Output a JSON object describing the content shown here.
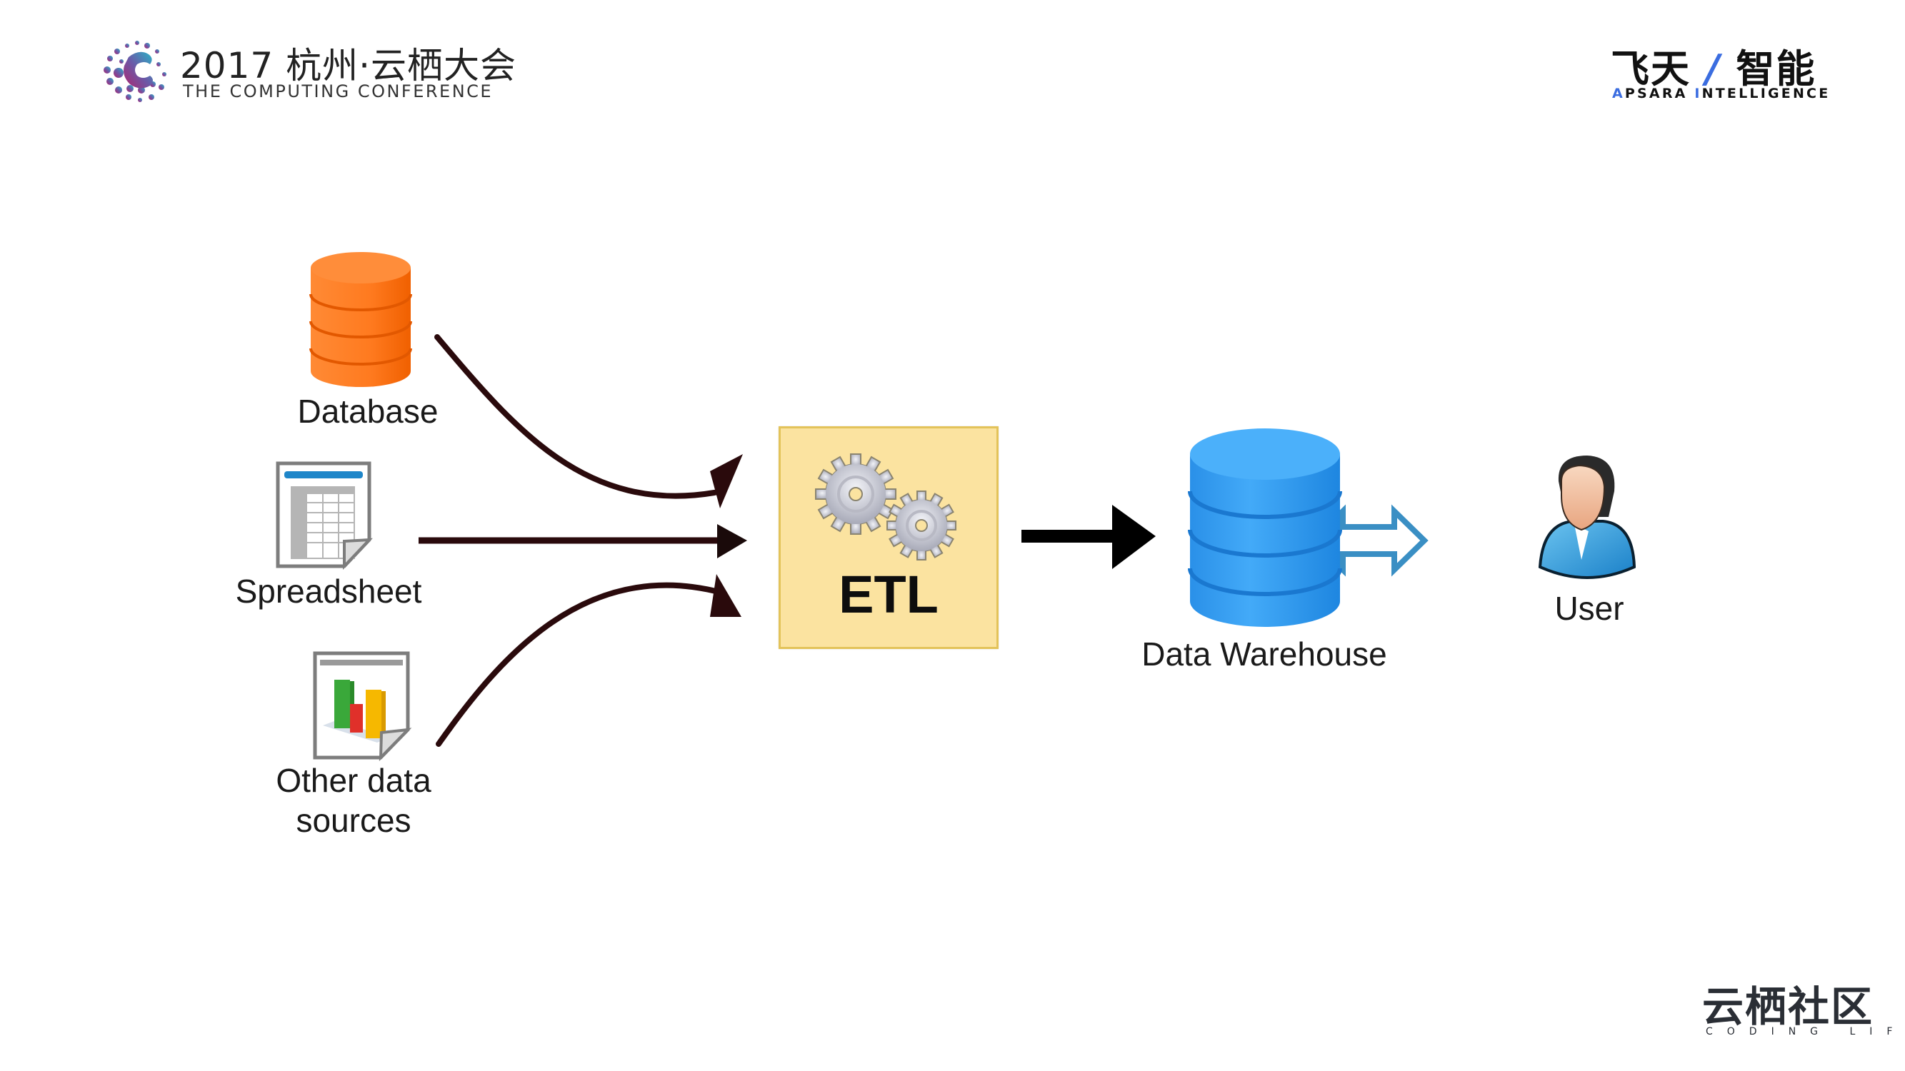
{
  "header": {
    "conference_title": "2017 杭州·云栖大会",
    "conference_subtitle": "THE COMPUTING CONFERENCE",
    "brand_cn_left": "飞天",
    "brand_slash": "/",
    "brand_cn_right": "智能",
    "brand_en_a": "A",
    "brand_en_1": "PSARA ",
    "brand_en_i": "I",
    "brand_en_2": "NTELLIGENCE"
  },
  "footer": {
    "community_cn": "云栖社区",
    "community_en": "CODING LIFE"
  },
  "diagram": {
    "sources": [
      {
        "label": "Database",
        "icon": "database-icon",
        "color": "#ff7a1f"
      },
      {
        "label": "Spreadsheet",
        "icon": "spreadsheet-icon"
      },
      {
        "label": "Other data sources",
        "label_line1": "Other data",
        "label_line2": "sources",
        "icon": "chart-document-icon"
      }
    ],
    "process": {
      "label": "ETL",
      "icon": "gears-icon",
      "fill": "#fbe3a0",
      "border": "#e3c35a"
    },
    "warehouse": {
      "label": "Data Warehouse",
      "icon": "database-icon",
      "color": "#2f9cf0"
    },
    "consumer": {
      "label": "User",
      "icon": "user-icon"
    },
    "connections": [
      {
        "from": "Database",
        "to": "ETL",
        "style": "curved-arrow",
        "color": "#2a0a0c"
      },
      {
        "from": "Spreadsheet",
        "to": "ETL",
        "style": "straight-arrow",
        "color": "#2a0a0c"
      },
      {
        "from": "Other data sources",
        "to": "ETL",
        "style": "curved-arrow",
        "color": "#2a0a0c"
      },
      {
        "from": "ETL",
        "to": "Data Warehouse",
        "style": "bold-arrow",
        "color": "#000000"
      },
      {
        "from": "Data Warehouse",
        "to": "User",
        "style": "double-arrow-outline",
        "color": "#3a8fc4"
      }
    ]
  }
}
